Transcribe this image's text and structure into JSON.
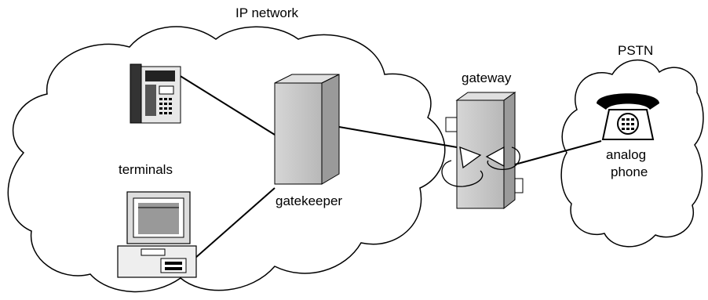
{
  "labels": {
    "ip_network": "IP network",
    "pstn": "PSTN",
    "gateway": "gateway",
    "gatekeeper": "gatekeeper",
    "terminals": "terminals",
    "analog_phone_line1": "analog",
    "analog_phone_line2": "phone"
  },
  "icons": {
    "desk_phone": "office-telephone-icon",
    "computer": "desktop-computer-icon",
    "gatekeeper_box": "server-box-icon",
    "gateway_box": "gateway-box-icon",
    "analog_phone": "rotary-telephone-icon"
  },
  "colors": {
    "stroke": "#000000",
    "box_fill": "#c8c8c8",
    "background": "#ffffff"
  }
}
